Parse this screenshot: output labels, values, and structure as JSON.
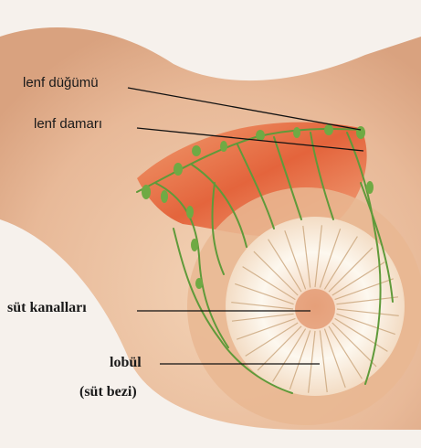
{
  "labels": {
    "lymph_node": "lenf düğümü",
    "lymph_vessel": "lenf damarı",
    "milk_ducts": "süt kanalları",
    "lobule": "lobül",
    "lobule_note": "(süt bezi)"
  },
  "colors": {
    "background": "#f6f1ec",
    "skin": "#efc9a8",
    "muscle": "#e46a3f",
    "lymph_green": "#5f9a3a",
    "gland_white": "#fbf5ea",
    "areola": "#e6a07a",
    "leader_line": "#111111"
  }
}
